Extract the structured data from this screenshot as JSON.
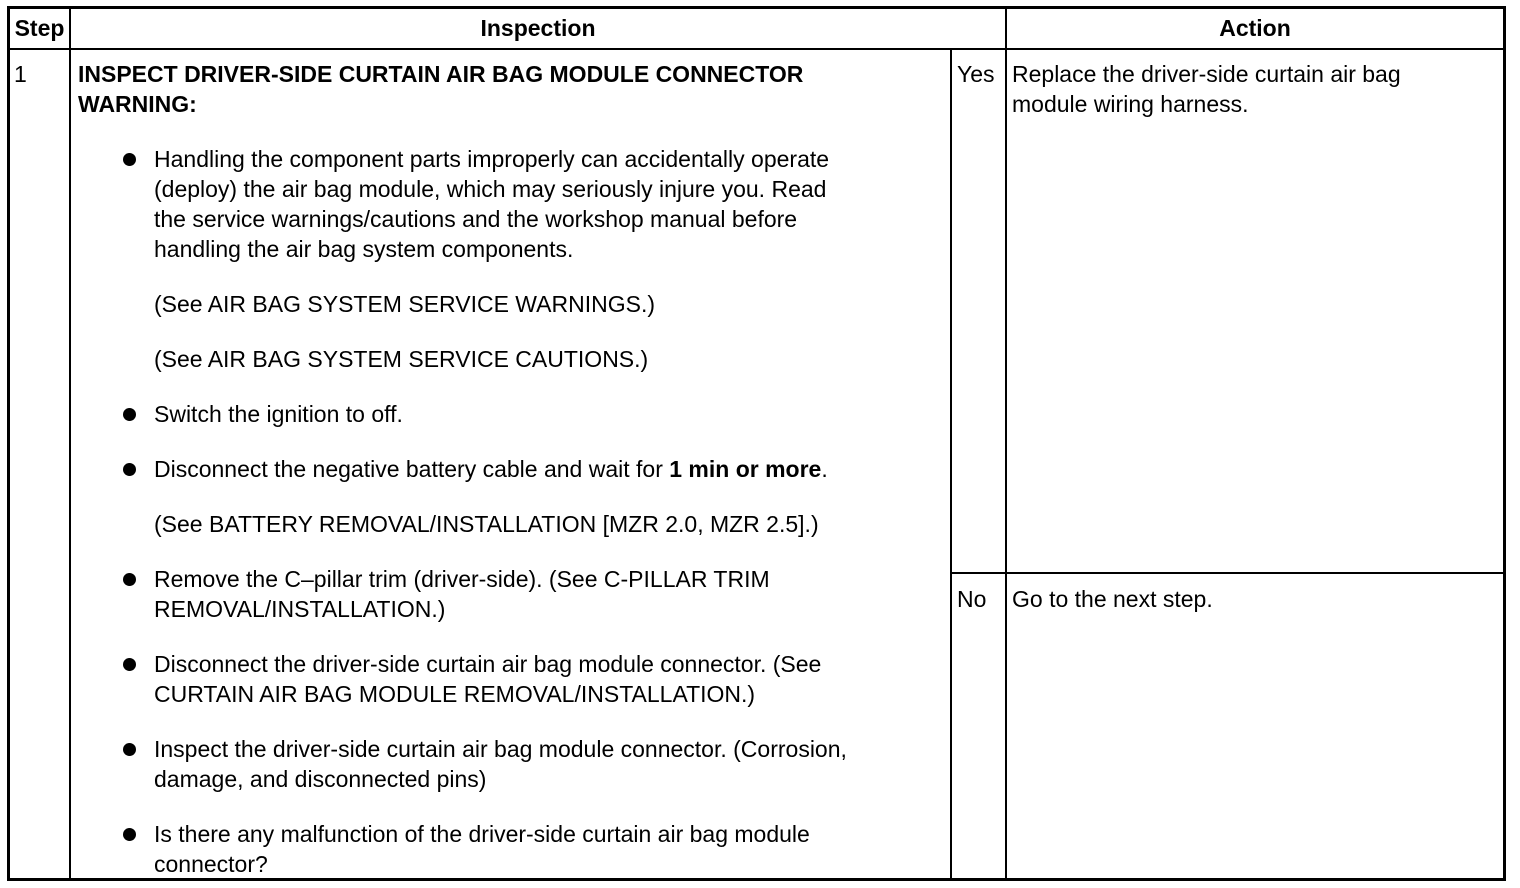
{
  "headers": {
    "step": "Step",
    "inspection": "Inspection",
    "action": "Action"
  },
  "row": {
    "step_number": "1",
    "title_line1": "INSPECT DRIVER-SIDE CURTAIN AIR BAG MODULE CONNECTOR",
    "title_line2": "WARNING:",
    "items": [
      {
        "lines": [
          "Handling the component parts improperly can accidentally operate",
          "(deploy) the air bag module, which may seriously injure you. Read",
          "the service warnings/cautions and the workshop manual before",
          "handling the air bag system components."
        ]
      },
      {
        "note": "(See AIR BAG SYSTEM SERVICE WARNINGS.)"
      },
      {
        "note": "(See AIR BAG SYSTEM SERVICE CAUTIONS.)"
      },
      {
        "lines": [
          "Switch the ignition to off."
        ]
      },
      {
        "line_prefix": "Disconnect the negative battery cable and wait for ",
        "line_bold": "1 min or more",
        "line_suffix": "."
      },
      {
        "note": "(See BATTERY REMOVAL/INSTALLATION [MZR 2.0, MZR 2.5].)"
      },
      {
        "lines": [
          "Remove the C–pillar trim (driver-side). (See C-PILLAR TRIM",
          "REMOVAL/INSTALLATION.)"
        ]
      },
      {
        "lines": [
          "Disconnect the driver-side curtain air bag module connector. (See",
          "CURTAIN AIR BAG MODULE REMOVAL/INSTALLATION.)"
        ]
      },
      {
        "lines": [
          "Inspect the driver-side curtain air bag module connector. (Corrosion,",
          "damage, and disconnected pins)"
        ]
      },
      {
        "lines": [
          "Is there any malfunction of the driver-side curtain air bag module",
          "connector?"
        ]
      }
    ],
    "results": [
      {
        "answer": "Yes",
        "action_lines": [
          "Replace the driver-side curtain air bag",
          "module wiring harness."
        ]
      },
      {
        "answer": "No",
        "action_lines": [
          "Go to the next step."
        ]
      }
    ]
  }
}
